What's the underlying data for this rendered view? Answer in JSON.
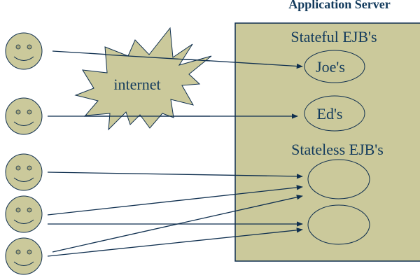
{
  "title": "Application Server",
  "colors": {
    "fill": "#cbc99b",
    "stroke": "#0f2f4f",
    "text": "#123a5c",
    "background": "#ffffff"
  },
  "cloud": {
    "label": "internet"
  },
  "server": {
    "label": "Application Server",
    "stateful_header": "Stateful EJB's",
    "stateless_header": "Stateless EJB's",
    "stateful_beans": [
      {
        "label": "Joe's"
      },
      {
        "label": "Ed's"
      }
    ],
    "stateless_beans": [
      {
        "label": ""
      },
      {
        "label": ""
      }
    ]
  },
  "clients": [
    {
      "icon": "smiley-face-icon",
      "connects_to": "stateful-bean-joe"
    },
    {
      "icon": "smiley-face-icon",
      "connects_to": "stateful-bean-ed"
    },
    {
      "icon": "smiley-face-icon",
      "connects_to": "stateless-bean-1"
    },
    {
      "icon": "smiley-face-icon",
      "connects_to": "stateless-bean-1, stateless-bean-2"
    },
    {
      "icon": "smiley-face-icon",
      "connects_to": "stateless-bean-1, stateless-bean-2"
    }
  ]
}
